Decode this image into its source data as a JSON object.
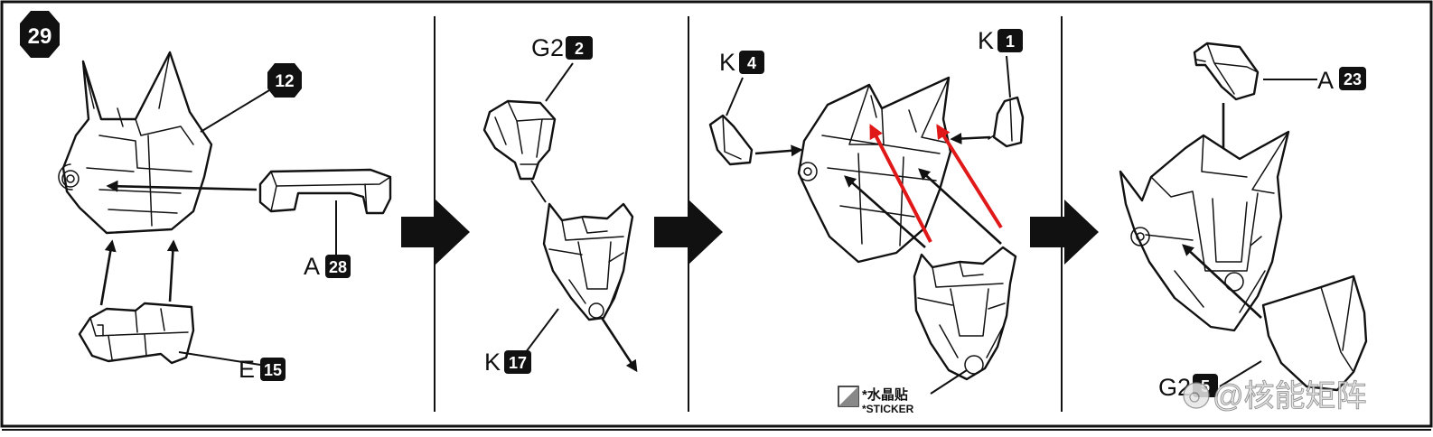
{
  "step": {
    "number": "29"
  },
  "panel1": {
    "callout_circle": "12",
    "labels": [
      {
        "letter": "A",
        "number": "28"
      },
      {
        "letter": "E",
        "number": "15"
      }
    ]
  },
  "panel2": {
    "labels": [
      {
        "letter": "G2",
        "number": "2"
      },
      {
        "letter": "K",
        "number": "17"
      }
    ]
  },
  "panel3": {
    "labels": [
      {
        "letter": "K",
        "number": "4"
      },
      {
        "letter": "K",
        "number": "1"
      }
    ],
    "sticker": {
      "text_cn": "*水晶贴",
      "text_en": "*STICKER"
    }
  },
  "panel4": {
    "labels": [
      {
        "letter": "A",
        "number": "23"
      },
      {
        "letter": "G2",
        "number": "5"
      }
    ]
  },
  "watermark": {
    "text": "@核能矩阵"
  },
  "colors": {
    "ink": "#111111",
    "highlight": "#e01818",
    "paper": "#ffffff"
  }
}
